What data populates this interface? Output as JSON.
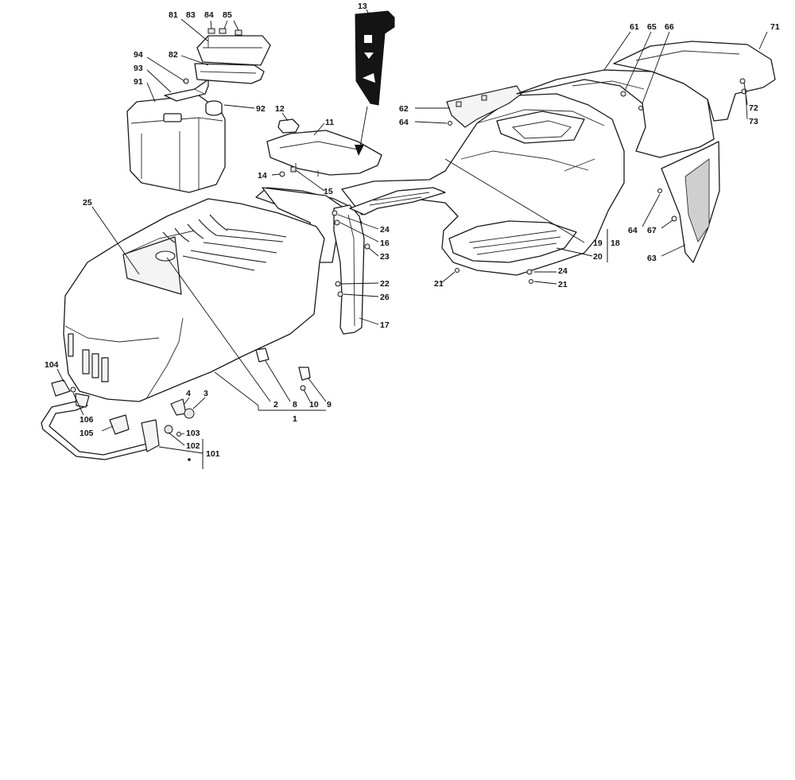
{
  "diagram": {
    "labels": {
      "l1": "1",
      "l2": "2",
      "l3": "3",
      "l4": "4",
      "l8": "8",
      "l9": "9",
      "l10": "10",
      "l11": "11",
      "l12": "12",
      "l13": "13",
      "l14": "14",
      "l15": "15",
      "l16": "16",
      "l17": "17",
      "l18": "18",
      "l19": "19",
      "l20": "20",
      "l21a": "21",
      "l21b": "21",
      "l22": "22",
      "l23": "23",
      "l24a": "24",
      "l24b": "24",
      "l25": "25",
      "l26": "26",
      "l61": "61",
      "l62": "62",
      "l63": "63",
      "l64a": "64",
      "l64b": "64",
      "l65": "65",
      "l66": "66",
      "l67": "67",
      "l71": "71",
      "l72": "72",
      "l73": "73",
      "l81": "81",
      "l82": "82",
      "l83": "83",
      "l84": "84",
      "l85": "85",
      "l91": "91",
      "l92": "92",
      "l93": "93",
      "l94": "94",
      "l101": "101",
      "l102": "102",
      "l103": "103",
      "l104": "104",
      "l105": "105",
      "l106": "106"
    }
  }
}
